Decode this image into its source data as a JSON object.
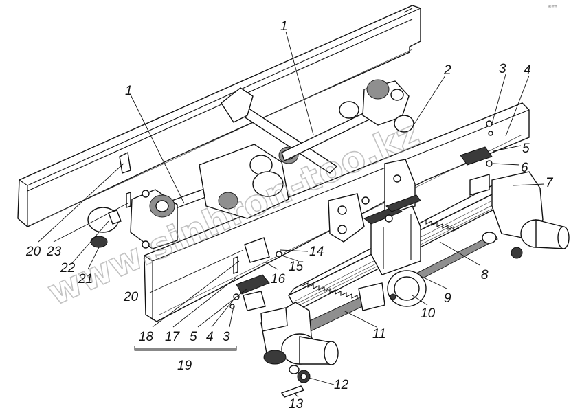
{
  "watermark": "www.sinhron-too.kz",
  "corner_mark": "ᵃᵉ ᵐᵐ",
  "labels": {
    "l1a": "1",
    "l1b": "1",
    "l2": "2",
    "l3a": "3",
    "l4a": "4",
    "l5a": "5",
    "l6": "6",
    "l7": "7",
    "l8": "8",
    "l9": "9",
    "l10": "10",
    "l11": "11",
    "l12": "12",
    "l13": "13",
    "l14": "14",
    "l15": "15",
    "l16": "16",
    "l17": "17",
    "l18": "18",
    "l5b": "5",
    "l4b": "4",
    "l3b": "3",
    "l19": "19",
    "l20a": "20",
    "l20b": "20",
    "l21": "21",
    "l22": "22",
    "l23": "23"
  }
}
